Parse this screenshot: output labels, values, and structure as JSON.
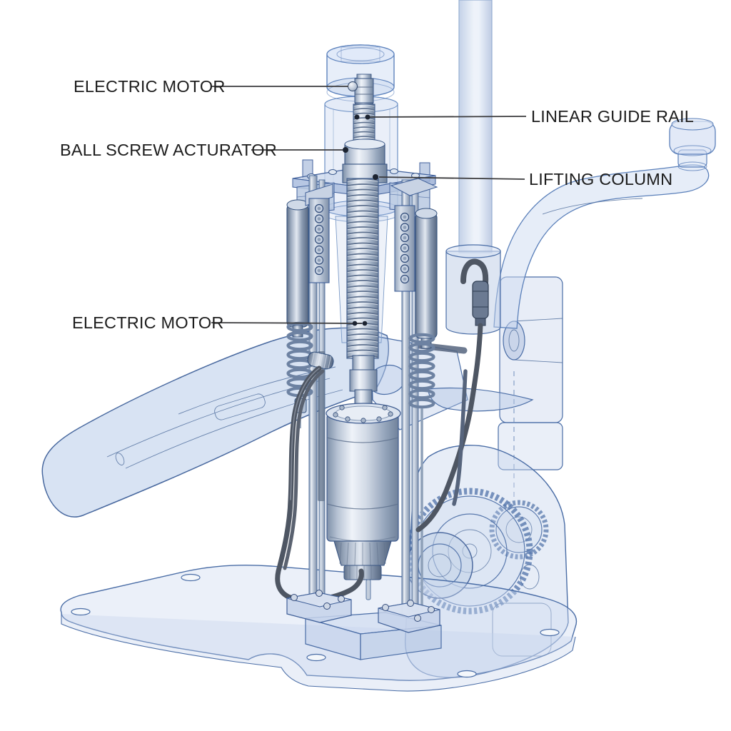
{
  "diagram": {
    "kind": "ghosted-technical-illustration",
    "subject": "dental chair lifting mechanism cutaway",
    "labels": {
      "electric_motor_top": "ELECTRIC MOTOR",
      "linear_guide_rail": "LINEAR GUIDE RAIL",
      "ball_screw_actuator": "BALL SCREW ACTURATOR",
      "lifting_column": "LIFTING COLUMN",
      "electric_motor_lower": "ELECTRIC MOTOR"
    },
    "colors": {
      "background": "#ffffff",
      "ghost_outline": "#4a6da6",
      "ghost_fill": "#cfdcf0",
      "metal_highlight": "#eff3f9",
      "metal_mid": "#a9b8cd",
      "metal_shadow": "#70829b",
      "cable": "#4e5663",
      "leader_line": "#3a3a3c",
      "label_text": "#1c1c1c"
    }
  }
}
